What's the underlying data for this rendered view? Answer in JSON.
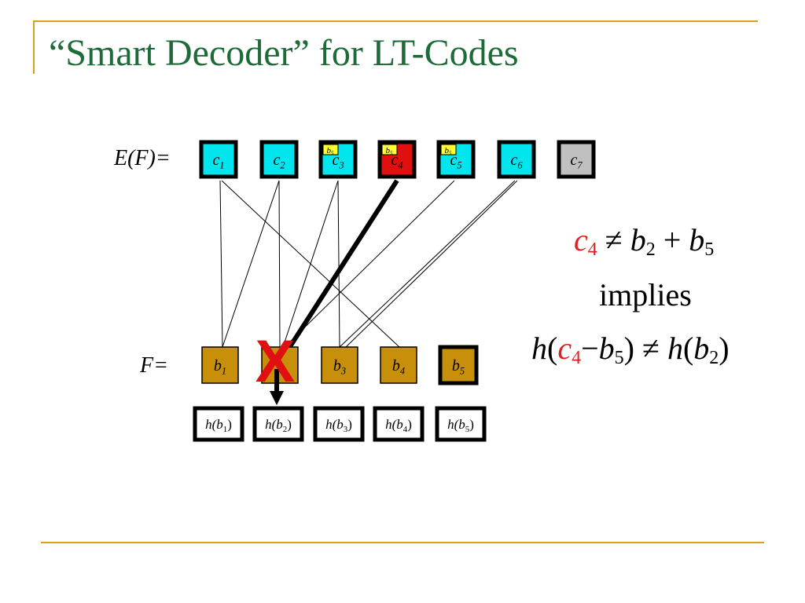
{
  "title": "“Smart Decoder” for LT-Codes",
  "labels": {
    "ef": "E(F)=",
    "f": "F="
  },
  "encoded": [
    {
      "name": "c",
      "sub": "1",
      "color": "#00e5ee",
      "tag": null
    },
    {
      "name": "c",
      "sub": "2",
      "color": "#00e5ee",
      "tag": null
    },
    {
      "name": "c",
      "sub": "3",
      "color": "#00e5ee",
      "tag": "b5"
    },
    {
      "name": "c",
      "sub": "4",
      "color": "#e01010",
      "tag": "b5"
    },
    {
      "name": "c",
      "sub": "5",
      "color": "#00e5ee",
      "tag": "b5"
    },
    {
      "name": "c",
      "sub": "6",
      "color": "#00e5ee",
      "tag": null
    },
    {
      "name": "c",
      "sub": "7",
      "color": "#c0c0c0",
      "tag": null
    }
  ],
  "sources": [
    {
      "name": "b",
      "sub": "1",
      "color": "#c8900a"
    },
    {
      "name": "b",
      "sub": "2",
      "color": "#c8900a"
    },
    {
      "name": "b",
      "sub": "3",
      "color": "#c8900a"
    },
    {
      "name": "b",
      "sub": "4",
      "color": "#c8900a"
    },
    {
      "name": "b",
      "sub": "5",
      "color": "#c8900a"
    }
  ],
  "hashes": [
    {
      "text": "h(b",
      "sub": "1",
      "close": ")"
    },
    {
      "text": "h(b",
      "sub": "2",
      "close": ")"
    },
    {
      "text": "h(b",
      "sub": "3",
      "close": ")"
    },
    {
      "text": "h(b",
      "sub": "4",
      "close": ")"
    },
    {
      "text": "h(b",
      "sub": "5",
      "close": ")"
    }
  ],
  "tag_label": {
    "name": "b",
    "sub": "5"
  },
  "mark": "X",
  "equations": {
    "line1": {
      "c": "c",
      "c_sub": "4",
      "neq": "≠",
      "b2": "b",
      "b2_sub": "2",
      "plus": "+",
      "b5": "b",
      "b5_sub": "5"
    },
    "line2": "implies",
    "line3": {
      "h": "h",
      "c": "c",
      "c_sub": "4",
      "minus": "−",
      "b5": "b",
      "b5_sub": "5",
      "neq": "≠",
      "b2": "b",
      "b2_sub": "2"
    }
  },
  "colors": {
    "title": "#1e6b3a",
    "accent": "#d9a21b",
    "cyan": "#00e5ee",
    "red": "#e01010",
    "gold": "#c8900a",
    "gray": "#c0c0c0"
  }
}
